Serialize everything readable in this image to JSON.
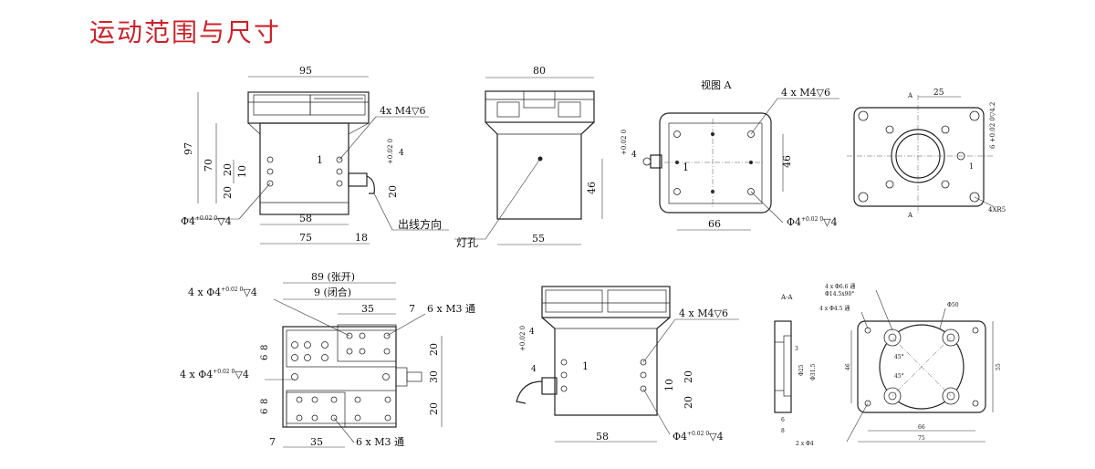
{
  "title": "运动范围与尺寸",
  "view1": {
    "d95": "95",
    "d97": "97",
    "d70": "70",
    "d20a": "20",
    "d10": "10",
    "d20b": "20",
    "d58": "58",
    "d75": "75",
    "d18": "18",
    "d1": "1",
    "d20c": "20",
    "hole_note": "4x M4",
    "hole_note_depth": "6",
    "hole_diam": "Φ4",
    "hole_diam_tol": "+0.02 0",
    "hole_diam_depth": "4",
    "vtol": "+0.02 0",
    "v4": "4",
    "cable_label": "出线方向"
  },
  "view2": {
    "d80": "80",
    "d46": "46",
    "d55": "55",
    "lamp_label": "灯孔"
  },
  "view3": {
    "title": "视图 A",
    "hole_note": "4 x M4",
    "hole_note_depth": "6",
    "d4": "4",
    "d4_tol": "+0.02 0",
    "d1": "1",
    "d46": "46",
    "d66": "66",
    "hole_diam": "Φ4",
    "hole_diam_tol": "+0.02 0",
    "hole_diam_depth": "4"
  },
  "view4": {
    "d25": "25",
    "label_a_top": "A",
    "label_a_bot": "A",
    "d6": "6",
    "d6tol": "+0.02 0",
    "d42": "4.2",
    "d1": "1",
    "radius": "4XR5"
  },
  "view5": {
    "d89": "89 (张开)",
    "d9": "9 (闭合)",
    "hole_top": "4 x Φ4",
    "hole_top_tol": "+0.02 0",
    "hole_top_depth": "4",
    "d35a": "35",
    "d7a": "7",
    "m3_top": "6 x M3 通",
    "d6a": "6",
    "d8a": "8",
    "d20a": "20",
    "d30": "30",
    "d20b": "20",
    "hole_mid": "4 x Φ4",
    "hole_mid_tol": "+0.02 0",
    "hole_mid_depth": "4",
    "d8b": "8",
    "d6b": "6",
    "d7b": "7",
    "d35b": "35",
    "m3_bot": "6 x M3 通"
  },
  "view6": {
    "v4": "4",
    "vtol": "+0.02 0",
    "hole_note": "4 x M4",
    "hole_note_depth": "6",
    "d1": "1",
    "d4": "4",
    "d10": "10",
    "d20a": "20",
    "d20b": "20",
    "d58": "58",
    "hole_diam": "Φ4",
    "hole_diam_tol": "+0.02 0",
    "hole_diam_depth": "4"
  },
  "view7": {
    "label_aa": "A-A",
    "note1": "4 x Φ6.6 通",
    "note2": "Φ14.5x90°",
    "note3": "4 x Φ4.5 通",
    "d50": "Φ50",
    "a45a": "45°",
    "a45b": "45°",
    "d46": "46",
    "d55": "55",
    "d66": "66",
    "d75": "75",
    "d3": "3",
    "d8": "8",
    "d6": "6",
    "dia1": "Φ25",
    "dia2": "Φ31.5",
    "pin": "2 x Φ4"
  }
}
